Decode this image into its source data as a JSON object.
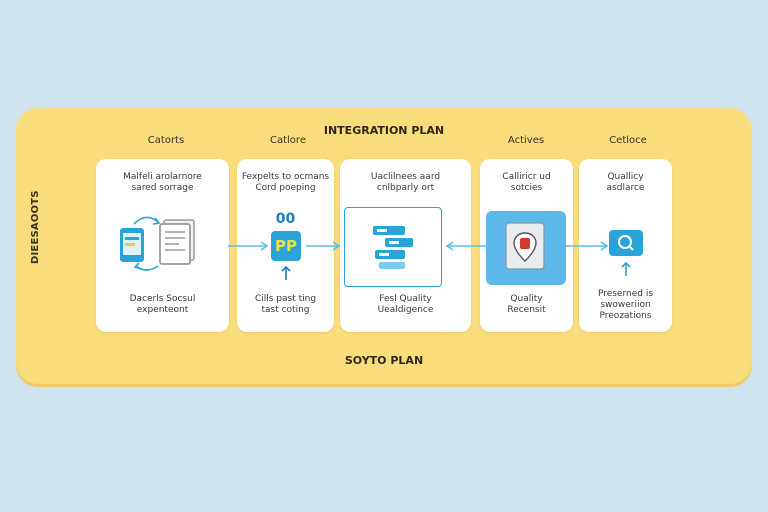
{
  "diagram": {
    "title": "INTEGRATION PLAN",
    "footer": "SOYTO PLAN",
    "side_label": "DIEESAOOTS",
    "column_headers": [
      "Catorts",
      "Catlore",
      "Actives",
      "Cetloce"
    ],
    "cards": [
      {
        "top": [
          "Malfeli arolarnore",
          "sared sorrage"
        ],
        "bottom": [
          "Dacerls Socsul",
          "expenteont"
        ],
        "icon": "data-transfer-icon"
      },
      {
        "top": [
          "Fexpelts to ocmans",
          "Cord poeping"
        ],
        "badge": "00",
        "logo": "PP",
        "bottom": [
          "Cills past ting",
          "tast coting"
        ],
        "icon": "pp-logo-icon"
      },
      {
        "top": [
          "Uaclilnees aard",
          "cnlbparly ort"
        ],
        "bottom": [
          "Fesl Quality",
          "Uealdigence"
        ],
        "icon": "server-layers-icon"
      },
      {
        "top": [
          "Calliricr ud",
          "sotcies"
        ],
        "bottom": [
          "Quality",
          "Recensit"
        ],
        "icon": "location-pin-icon"
      },
      {
        "top": [
          "Quallicy",
          "asdlarce"
        ],
        "bottom": [
          "Preserned is",
          "swoweriion",
          "Preozations"
        ],
        "icon": "magnifier-icon"
      }
    ]
  },
  "colors": {
    "panel": "#f9dc7c",
    "background": "#cfe3ee",
    "accent": "#2aa3d8",
    "arrow": "#5bc0e4",
    "logo_text": "#f2e23a",
    "badge_text": "#1b7fb8"
  }
}
